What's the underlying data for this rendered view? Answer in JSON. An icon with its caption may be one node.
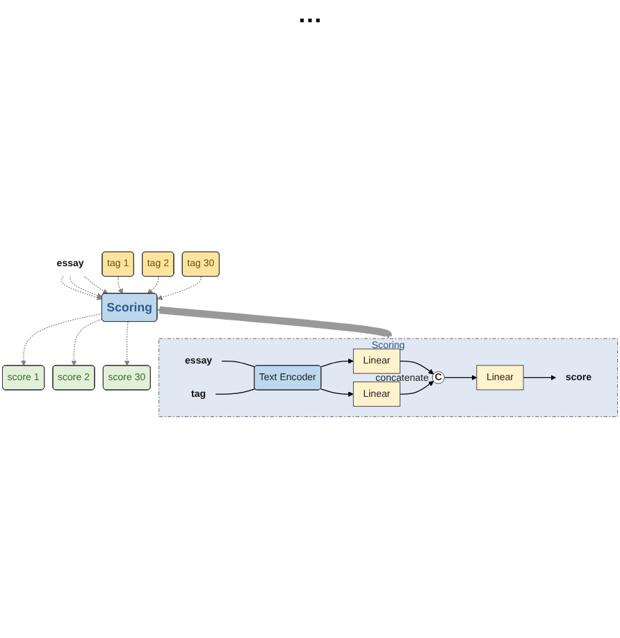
{
  "diagram": {
    "nodes": [
      {
        "text": [
          "essay"
        ]
      },
      {
        "text": [
          "tag 1"
        ]
      },
      {
        "text": [
          "tag 2"
        ]
      },
      {
        "text": [
          "tag 30"
        ]
      },
      {
        "text": [
          "Scoring"
        ]
      },
      {
        "text": [
          "score 1"
        ]
      },
      {
        "text": [
          "score 2"
        ]
      },
      {
        "text": [
          "score 30"
        ]
      },
      {
        "text": [
          "Scoring"
        ]
      },
      {
        "text": [
          "essay"
        ],
        "in": 8
      },
      {
        "text": [
          "Text Encoder"
        ],
        "in": 8
      },
      {
        "text": [
          "Linear"
        ],
        "in": 8
      },
      {
        "text": [
          "Linear"
        ],
        "in": 8
      },
      {
        "text": [
          "C"
        ],
        "beside": [
          "concatenate"
        ],
        "in": 8
      },
      {
        "text": [
          "Linear"
        ],
        "in": 8
      },
      {
        "text": [
          "score"
        ],
        "in": 8
      },
      {
        "text": [
          "tag"
        ],
        "in": 8
      }
    ],
    "edges": [
      {
        "from": 0,
        "to": 4,
        "arrow": "to",
        "style": "dashed"
      },
      {
        "from": 0,
        "to": 4,
        "arrow": "to",
        "style": "dashed"
      },
      {
        "from": 0,
        "to": 4,
        "arrow": "to",
        "style": "dashed"
      },
      {
        "from": 1,
        "to": 4,
        "arrow": "to",
        "style": "dashed"
      },
      {
        "from": 2,
        "to": 4,
        "arrow": "to",
        "style": "dashed"
      },
      {
        "from": 3,
        "to": 4,
        "arrow": "to",
        "style": "dashed"
      },
      {
        "from": 4,
        "to": 5,
        "arrow": "to",
        "style": "dashed"
      },
      {
        "from": 4,
        "to": 6,
        "arrow": "to",
        "style": "dashed"
      },
      {
        "from": 4,
        "to": 7,
        "arrow": "to",
        "style": "dashed"
      },
      {
        "from": 4,
        "to": 8,
        "arrow": "both",
        "style": "thick",
        "color": "#999999"
      },
      {
        "from": 9,
        "to": 10,
        "arrow": "none",
        "color": "#000000"
      },
      {
        "from": 10,
        "to": 11,
        "arrow": "to",
        "color": "#000000"
      },
      {
        "from": 10,
        "to": 12,
        "arrow": "to",
        "color": "#000000"
      },
      {
        "from": 16,
        "to": 10,
        "arrow": "none",
        "color": "#000000"
      },
      {
        "from": 11,
        "to": 13,
        "arrow": "to",
        "color": "#000000"
      },
      {
        "from": 12,
        "to": 13,
        "arrow": "to",
        "color": "#000000"
      },
      {
        "from": 13,
        "to": 14,
        "arrow": "to",
        "color": "#000000"
      },
      {
        "from": 14,
        "to": 15,
        "arrow": "to",
        "color": "#000000"
      }
    ],
    "labels": [
      "…"
    ]
  }
}
